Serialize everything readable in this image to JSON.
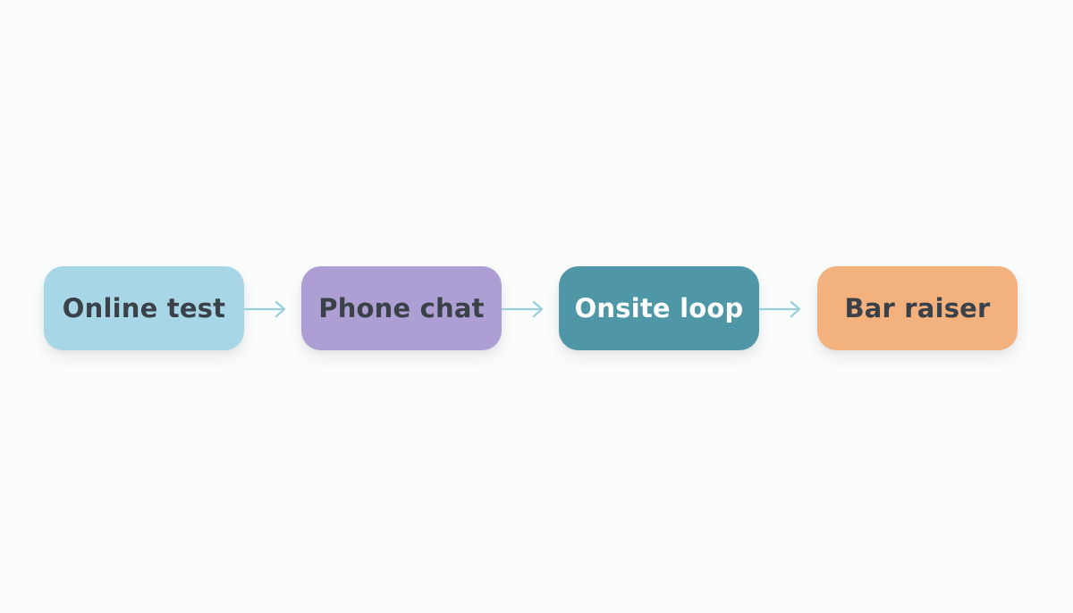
{
  "flow": {
    "steps": [
      {
        "label": "Online test",
        "bg": "#a7d6e6",
        "fg": "#3b4148"
      },
      {
        "label": "Phone chat",
        "bg": "#ad9fd3",
        "fg": "#3b4148"
      },
      {
        "label": "Onsite loop",
        "bg": "#4f97a6",
        "fg": "#ffffff"
      },
      {
        "label": "Bar raiser",
        "bg": "#f3b17e",
        "fg": "#3b4148"
      }
    ],
    "arrow_color": "#98cfe0"
  }
}
